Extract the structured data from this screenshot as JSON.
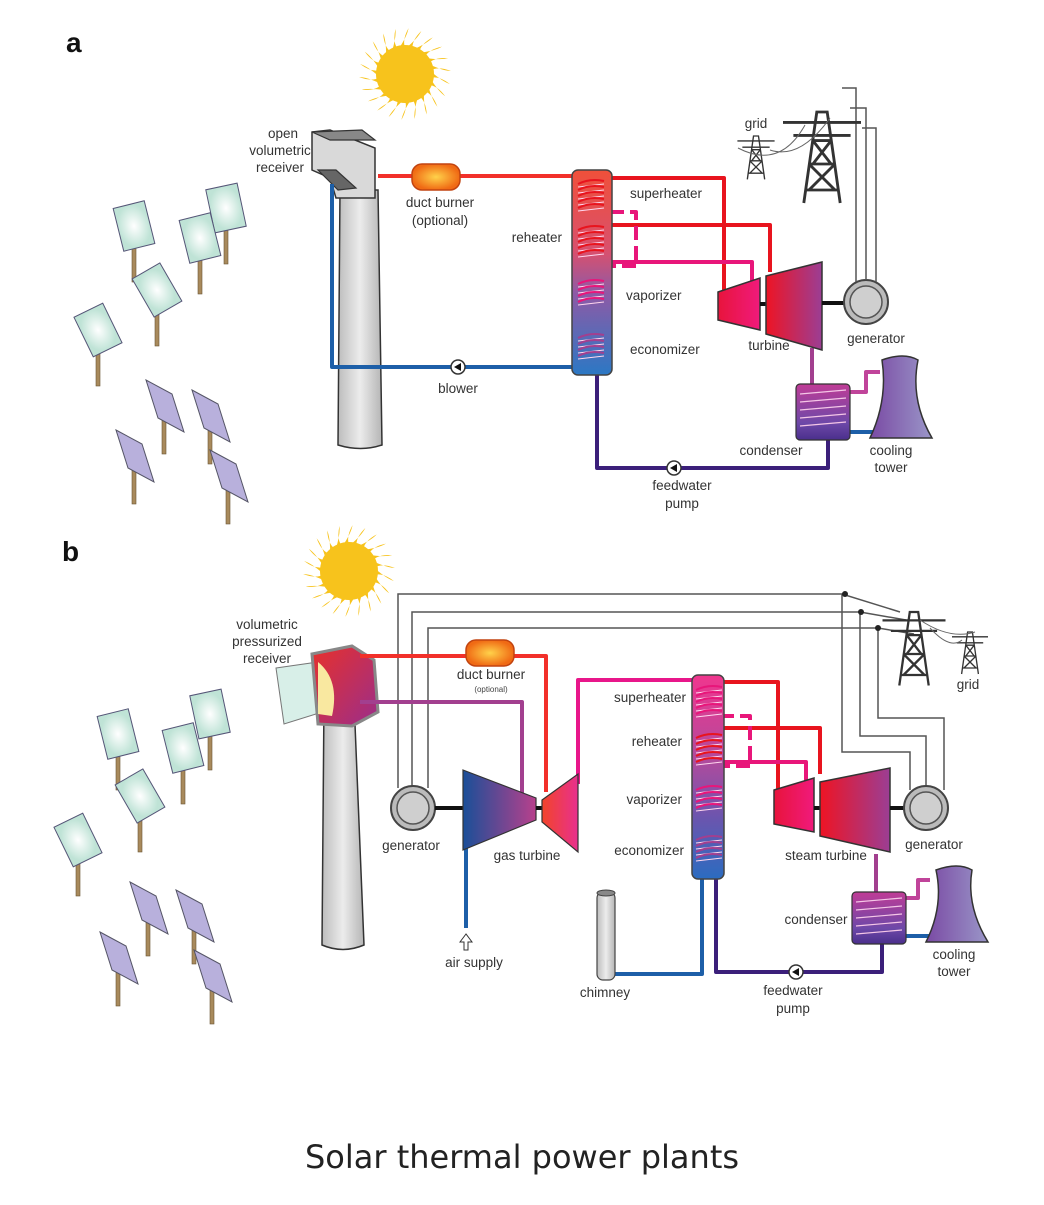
{
  "caption": "Solar thermal power plants",
  "colors": {
    "hot_air": "#f2302a",
    "cold_air": "#1d5fa8",
    "steam": "#e8167a",
    "hot_steam": "#e8141e",
    "feedwater": "#3b1f7a",
    "exhaust": "#a23f8f",
    "sun": "#f7c31c",
    "tower": "#cfcfcf",
    "heliostat_mirror": "#d4efe6",
    "heliostat_shadow": "#b8b0dc",
    "cable": "#555555"
  },
  "panel_a": {
    "letter": "a",
    "labels": {
      "receiver": [
        "open",
        "volumetric",
        "receiver"
      ],
      "duct_burner": [
        "duct burner",
        "(optional)"
      ],
      "superheater": "superheater",
      "reheater": "reheater",
      "vaporizer": "vaporizer",
      "economizer": "economizer",
      "blower": "blower",
      "turbine": "turbine",
      "generator": "generator",
      "grid": "grid",
      "condenser": "condenser",
      "cooling_tower": [
        "cooling",
        "tower"
      ],
      "feedwater_pump": [
        "feedwater",
        "pump"
      ]
    }
  },
  "panel_b": {
    "letter": "b",
    "labels": {
      "receiver": [
        "volumetric",
        "pressurized",
        "receiver"
      ],
      "duct_burner": [
        "duct burner",
        "(optional)"
      ],
      "superheater": "superheater",
      "reheater": "reheater",
      "vaporizer": "vaporizer",
      "economizer": "economizer",
      "gas_generator": "generator",
      "gas_turbine": "gas turbine",
      "air_supply": "air supply",
      "chimney": "chimney",
      "steam_turbine": "steam turbine",
      "steam_generator": "generator",
      "grid": "grid",
      "condenser": "condenser",
      "cooling_tower": [
        "cooling",
        "tower"
      ],
      "feedwater_pump": [
        "feedwater",
        "pump"
      ]
    }
  }
}
